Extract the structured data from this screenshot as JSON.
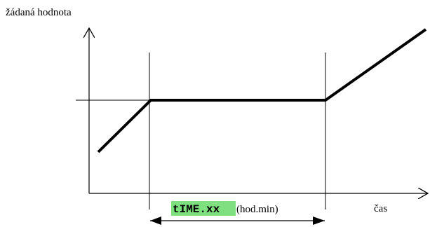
{
  "labels": {
    "y_axis": "žádaná hodnota",
    "x_axis": "čas",
    "param_name": "tIME.xx",
    "param_unit": "(hod.min)"
  },
  "colors": {
    "line": "#000000",
    "highlight": "#7fe07f",
    "background": "#ffffff"
  }
}
